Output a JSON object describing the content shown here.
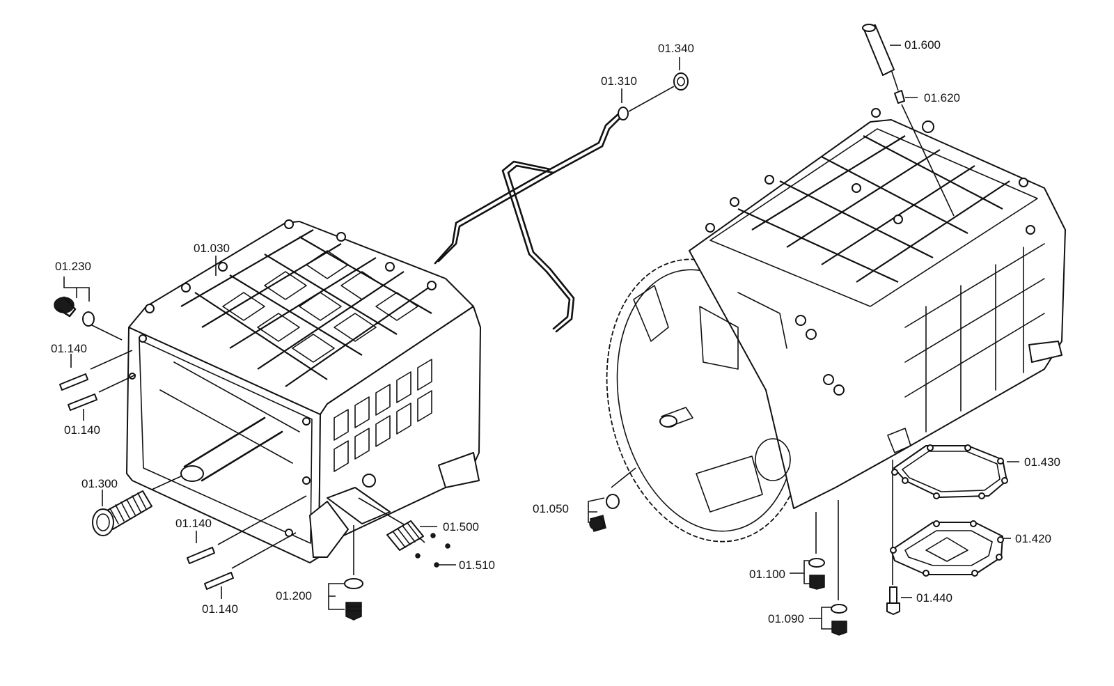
{
  "diagram": {
    "labels": {
      "p01_030": "01.030",
      "p01_230": "01.230",
      "p01_140_a": "01.140",
      "p01_140_b": "01.140",
      "p01_140_c": "01.140",
      "p01_140_d": "01.140",
      "p01_300": "01.300",
      "p01_200": "01.200",
      "p01_500": "01.500",
      "p01_510": "01.510",
      "p01_310": "01.310",
      "p01_340": "01.340",
      "p01_600": "01.600",
      "p01_620": "01.620",
      "p01_050": "01.050",
      "p01_100": "01.100",
      "p01_090": "01.090",
      "p01_430": "01.430",
      "p01_420": "01.420",
      "p01_440": "01.440"
    },
    "components": {
      "left_housing": "gearbox-housing-open",
      "right_housing": "gearbox-housing-assembled",
      "oil_pipe": "breather-pipe"
    }
  }
}
